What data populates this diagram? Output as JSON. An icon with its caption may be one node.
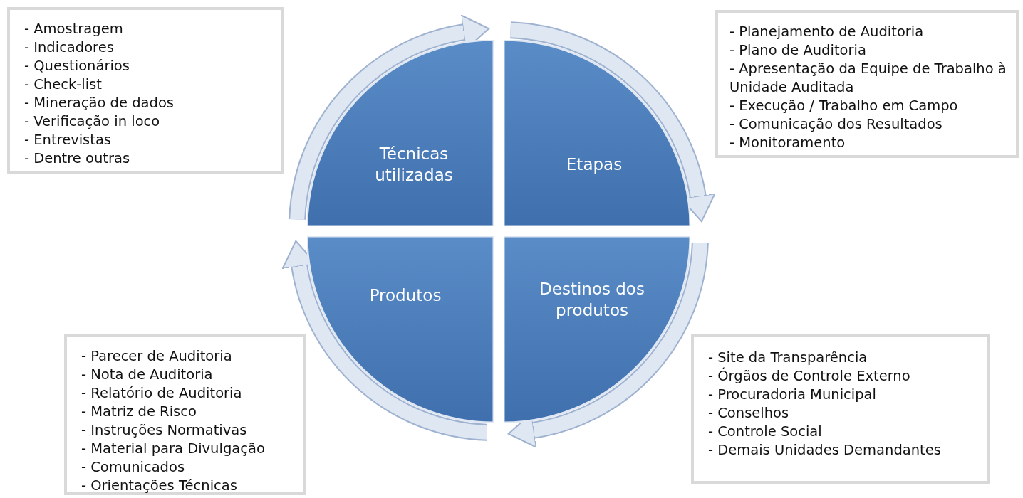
{
  "diagram": {
    "nodes": [
      {
        "text": [
          "Técnicas utilizadas"
        ]
      },
      {
        "text": [
          "Etapas"
        ]
      },
      {
        "text": [
          "Destinos dos produtos"
        ]
      },
      {
        "text": [
          "Produtos"
        ]
      },
      {
        "text": [
          "- Amostragem",
          "- Indicadores",
          "- Questionários",
          "- Check-list",
          "- Mineração de dados",
          "- Verificação in loco",
          "- Entrevistas",
          "- Dentre outras"
        ]
      },
      {
        "text": [
          "- Planejamento de Auditoria",
          "- Plano de Auditoria",
          "- Apresentação da Equipe de Trabalho à Unidade Auditada",
          "- Execução / Trabalho em Campo",
          "- Comunicação dos Resultados",
          "- Monitoramento"
        ]
      },
      {
        "text": [
          "- Parecer de Auditoria",
          "- Nota de Auditoria",
          "- Relatório de Auditoria",
          "- Matriz de Risco",
          "- Instruções Normativas",
          "- Material para Divulgação",
          "- Comunicados",
          "- Orientações Técnicas"
        ]
      },
      {
        "text": [
          "- Site da Transparência",
          "- Órgãos de Controle Externo",
          "- Procuradoria Municipal",
          "- Conselhos",
          "- Controle Social",
          "- Demais Unidades Demandantes"
        ]
      }
    ],
    "edges": [
      {
        "from": 0,
        "to": 1,
        "arrow": "to"
      },
      {
        "from": 1,
        "to": 2,
        "arrow": "to"
      },
      {
        "from": 2,
        "to": 3,
        "arrow": "to"
      },
      {
        "from": 3,
        "to": 0,
        "arrow": "to"
      }
    ]
  }
}
